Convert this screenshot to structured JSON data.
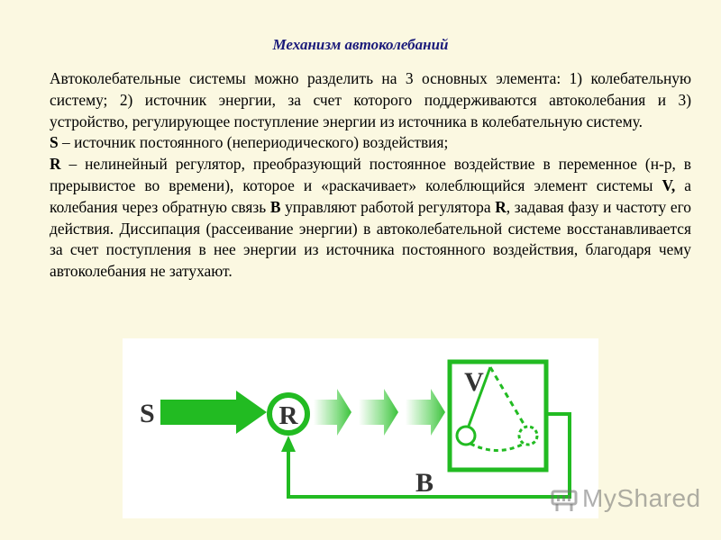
{
  "slide": {
    "title": "Механизм автоколебаний",
    "paragraph1": "Автоколебательные системы можно разделить на 3 основных элемента: 1) колебательную систему;   2) источник энергии, за счет которого поддерживаются автоколебания  и 3) устройство, регулирующее поступление энергии из источника в колебательную систему.",
    "s_label": "S",
    "s_text": " – источник постоянного (непериодического) воздействия;",
    "r_label": "R",
    "r_text_1": " – нелинейный регулятор, преобразующий постоянное воздействие в переменное (н-р, в прерывистое во времени), которое и «раскачивает» колеблющийся элемент системы ",
    "v_label": "V,",
    "r_text_2": " а колебания через обратную связь ",
    "b_label": "B",
    "r_text_3": " управляют работой регулятора ",
    "r_label_2": "R",
    "r_text_4": ", задавая фазу и частоту его действия. Диссипация (рассеивание энергии) в автоколебательной системе восстанавливается за счет поступления в нее энергии из источника постоянного воздействия, благодаря чему автоколебания не затухают."
  },
  "diagram": {
    "s": "S",
    "r": "R",
    "v": "V",
    "b": "B"
  },
  "colors": {
    "green": "#22bb22",
    "background": "#fbf8e1",
    "title": "#1a1a7a"
  },
  "watermark": {
    "text": "MyShared"
  }
}
